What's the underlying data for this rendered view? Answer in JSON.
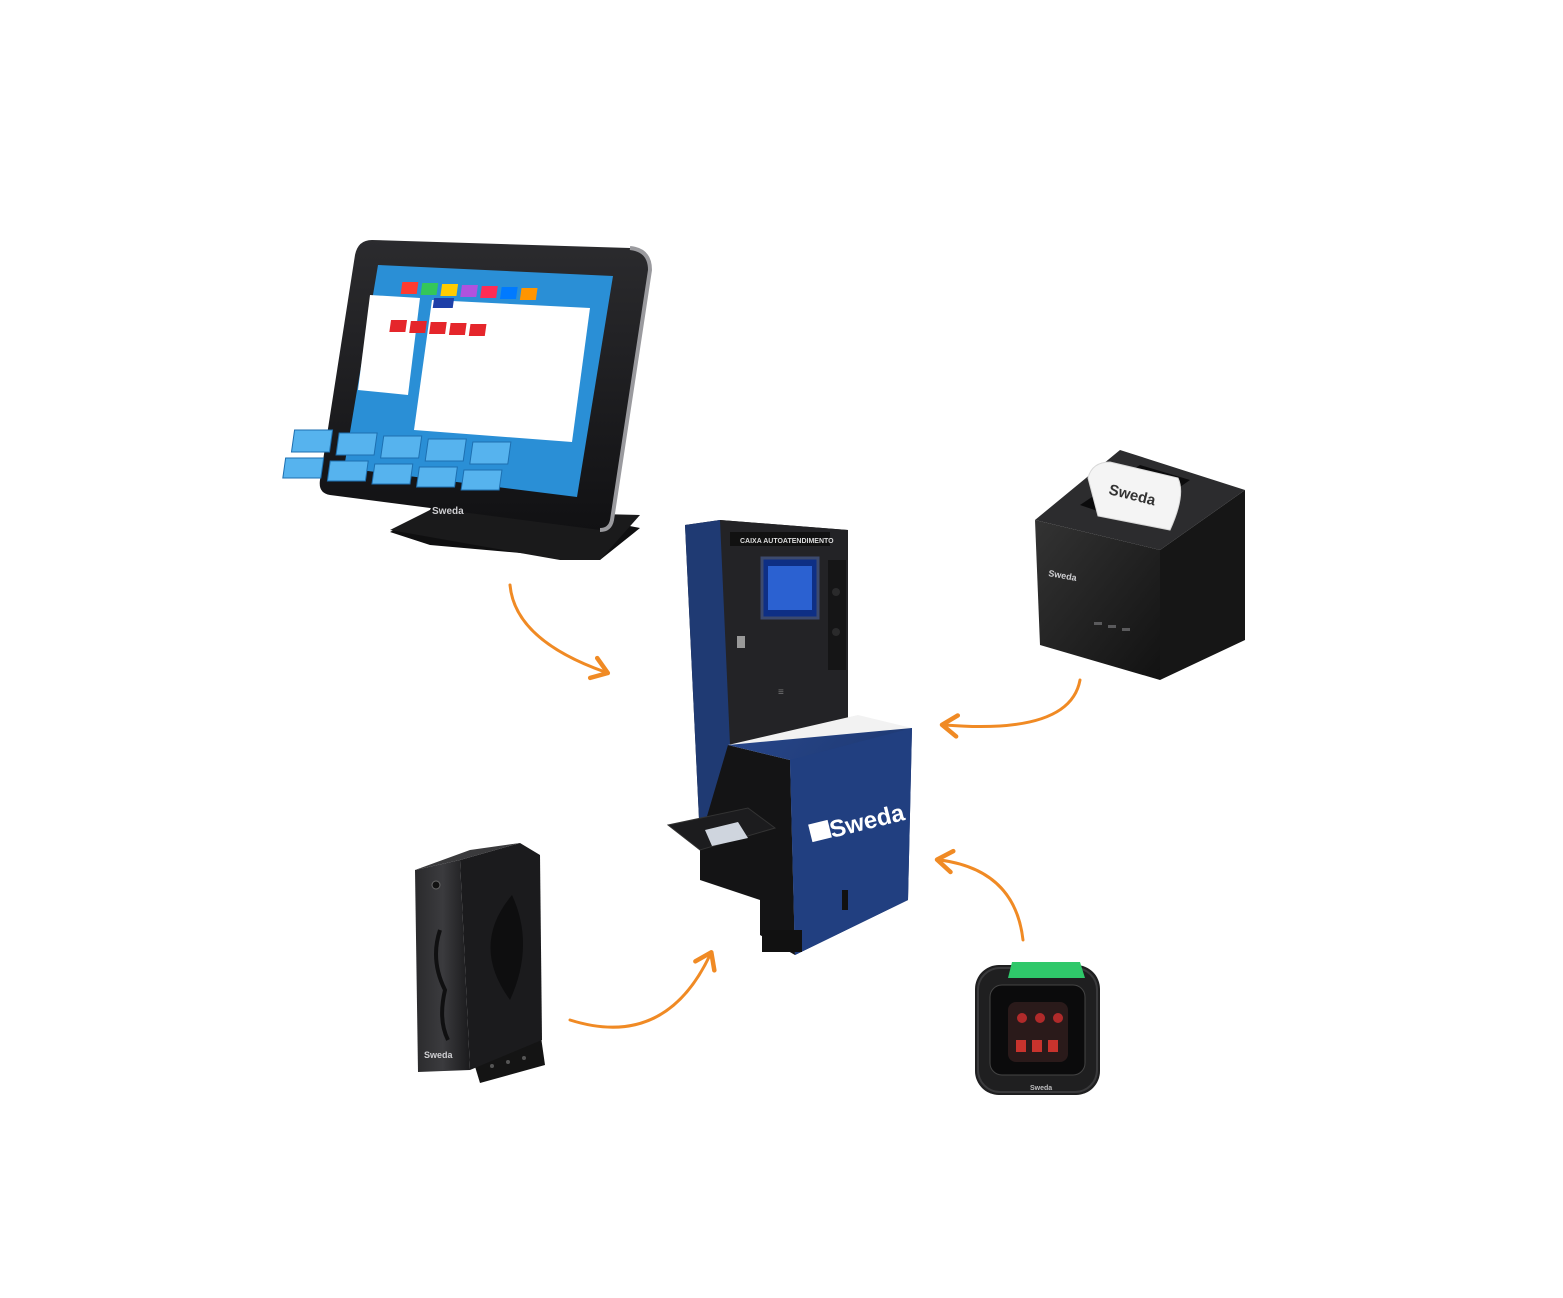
{
  "brand": "Sweda",
  "kiosk_header": "CAIXA AUTOATENDIMENTO",
  "devices": [
    {
      "id": "touch-monitor",
      "icon": "touchscreen-pos-monitor-icon"
    },
    {
      "id": "receipt-printer",
      "icon": "thermal-receipt-printer-icon"
    },
    {
      "id": "mini-pc",
      "icon": "mini-pc-tower-icon"
    },
    {
      "id": "barcode-scanner",
      "icon": "barcode-scanner-icon"
    },
    {
      "id": "self-checkout-kiosk",
      "icon": "self-checkout-kiosk-icon"
    }
  ],
  "colors": {
    "arrow": "#F08A24",
    "kiosk_blue": "#1F3A73",
    "device_black": "#1c1c1e",
    "screen_blue": "#1e88d8",
    "scanner_green": "#2fc86a"
  }
}
